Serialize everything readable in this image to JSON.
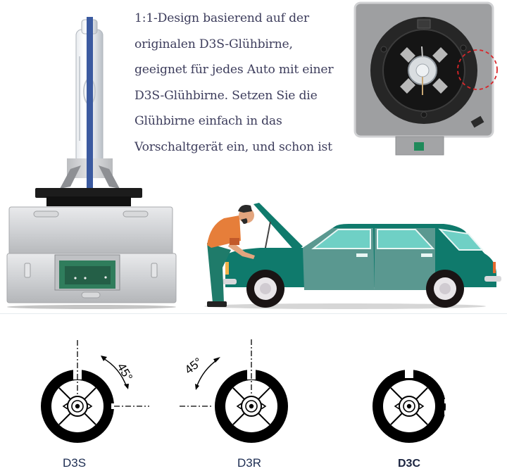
{
  "description": {
    "lines": [
      "1:1-Design basierend auf der",
      "originalen D3S-Glühbirne,",
      "geeignet für jedes Auto mit einer",
      "D3S-Glühbirne. Setzen Sie die",
      "Glühbirne einfach in das",
      "Vorschaltgerät ein, und schon ist"
    ],
    "color": "#3d3d5c"
  },
  "images": {
    "bulb_side": "hid-bulb-side-view",
    "bulb_back": "hid-bulb-back-view",
    "mechanic_car": "mechanic-opening-car-hood"
  },
  "sockets": [
    {
      "label": "D3S",
      "angle_label": "45°"
    },
    {
      "label": "D3R",
      "angle_label": "45°"
    },
    {
      "label": "D3C"
    }
  ],
  "colors": {
    "car_body": "#0f7a6c",
    "car_window": "#6fd0c5",
    "shirt": "#e67e3a",
    "blue_wire": "#3b5aa0",
    "connector_green": "#2f7d5c",
    "highlight_circle": "#d9262a"
  }
}
